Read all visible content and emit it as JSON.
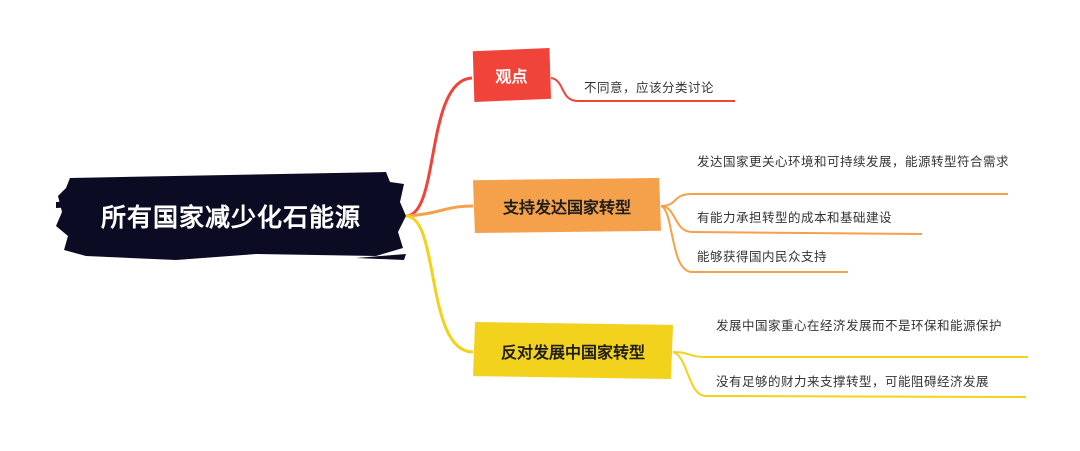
{
  "root": {
    "label": "所有国家减少化石能源"
  },
  "branches": [
    {
      "label": "观点",
      "color": "#f0443a",
      "leaves": [
        "不同意，应该分类讨论"
      ]
    },
    {
      "label": "支持发达国家转型",
      "color": "#f5a04a",
      "leaves": [
        "发达国家更关心环境和可持续发展，能源转型符合需求",
        "有能力承担转型的成本和基础建设",
        "能够获得国内民众支持"
      ]
    },
    {
      "label": "反对发展中国家转型",
      "color": "#f3d21d",
      "leaves": [
        "发展中国家重心在经济发展而不是环保和能源保护",
        "没有足够的财力来支撑转型，可能阻碍经济发展"
      ]
    }
  ],
  "colors": {
    "root_bg": "#0b0b24",
    "text": "#333333"
  }
}
